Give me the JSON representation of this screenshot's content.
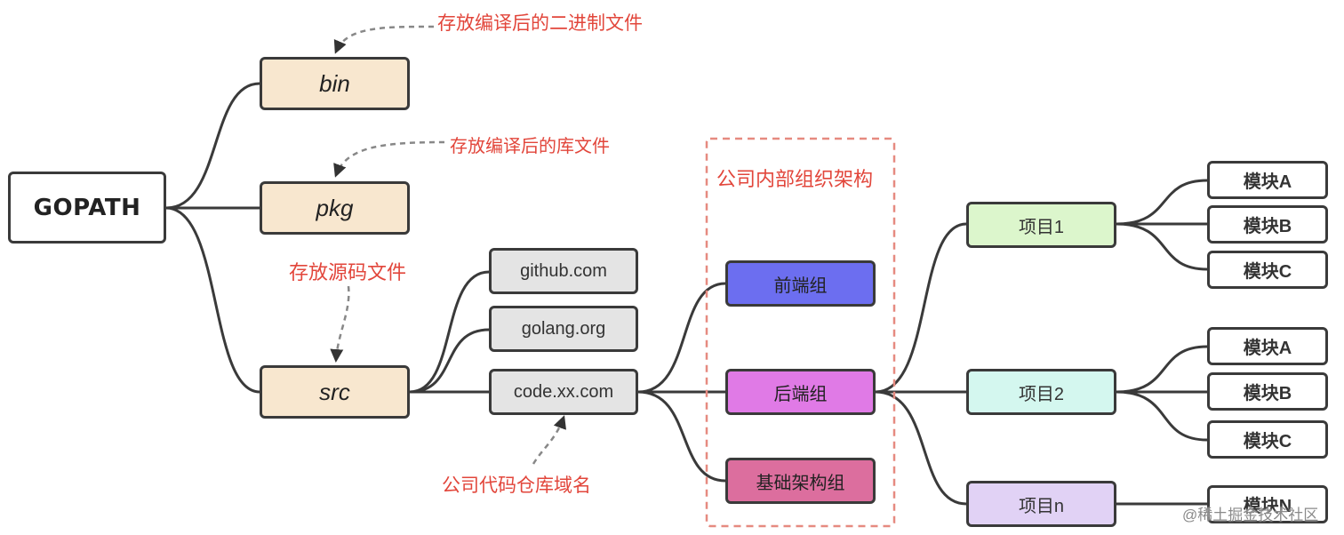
{
  "root": {
    "label": "GOPATH"
  },
  "dirs": {
    "bin": "bin",
    "pkg": "pkg",
    "src": "src"
  },
  "domains": {
    "github": "github.com",
    "golang": "golang.org",
    "company": "code.xx.com"
  },
  "org_group": {
    "title": "公司内部组织架构"
  },
  "teams": {
    "frontend": {
      "label": "前端组",
      "color": "#6c6ef0"
    },
    "backend": {
      "label": "后端组",
      "color": "#e07ae6"
    },
    "infra": {
      "label": "基础架构组",
      "color": "#dc6e9e"
    }
  },
  "projects": {
    "p1": {
      "label": "项目1",
      "color": "#dcf6cc"
    },
    "p2": {
      "label": "项目2",
      "color": "#d4f7ef"
    },
    "pn": {
      "label": "项目n",
      "color": "#e1d2f5"
    }
  },
  "modules": {
    "p1": [
      "模块A",
      "模块B",
      "模块C"
    ],
    "p2": [
      "模块A",
      "模块B",
      "模块C"
    ],
    "pn": [
      "模块N"
    ]
  },
  "annotations": {
    "bin_note": "存放编译后的二进制文件",
    "pkg_note": "存放编译后的库文件",
    "src_note": "存放源码文件",
    "company_note": "公司代码仓库域名"
  },
  "colors": {
    "accent_red": "#e2463b",
    "line": "#3a3a3a",
    "dir_fill": "#f8e7cf",
    "domain_fill": "#e4e4e4"
  },
  "watermark": "@稀土掘金技术社区"
}
